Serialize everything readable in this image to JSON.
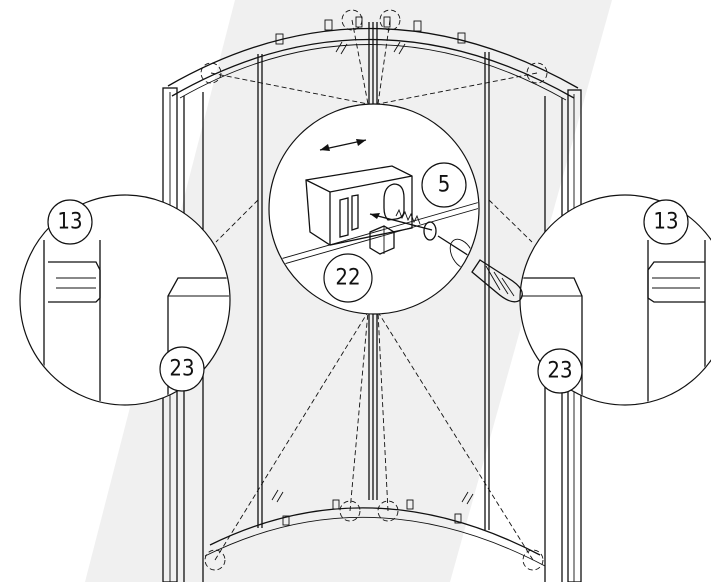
{
  "callouts": {
    "left_top": "13",
    "left_bottom": "23",
    "center_screw": "5",
    "center_cap": "22",
    "right_top": "13",
    "right_bottom": "23"
  },
  "colors": {
    "background": "#ffffff",
    "backdrop": "#f0f0f0",
    "line": "#111111"
  }
}
